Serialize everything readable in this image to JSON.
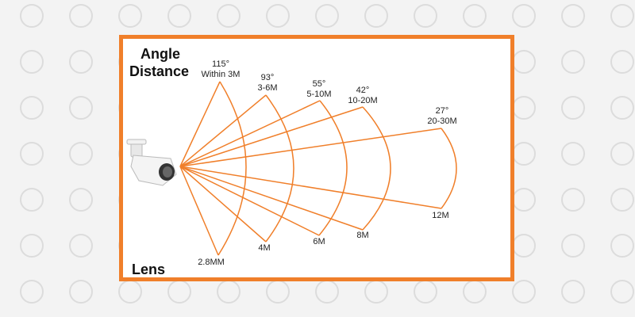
{
  "headings": {
    "angle": "Angle",
    "distance": "Distance",
    "lens": "Lens"
  },
  "colors": {
    "accent": "#f07f2a",
    "background": "#f3f3f3"
  },
  "lenses": [
    {
      "angle": "115°",
      "distance": "Within 3M",
      "lens": "2.8MM"
    },
    {
      "angle": "93°",
      "distance": "3-6M",
      "lens": "4M"
    },
    {
      "angle": "55°",
      "distance": "5-10M",
      "lens": "6M"
    },
    {
      "angle": "42°",
      "distance": "10-20M",
      "lens": "8M"
    },
    {
      "angle": "27°",
      "distance": "20-30M",
      "lens": "12M"
    }
  ]
}
